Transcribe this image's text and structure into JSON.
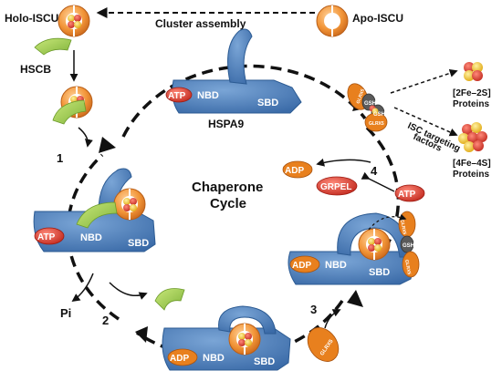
{
  "labels": {
    "holo_iscu": "Holo-ISCU",
    "apo_iscu": "Apo-ISCU",
    "cluster_assembly": "Cluster assembly",
    "hscb": "HSCB",
    "hspa9": "HSPA9",
    "chaperone": "Chaperone",
    "cycle": "Cycle",
    "pi": "Pi",
    "step_1": "1",
    "step_2": "2",
    "step_3": "3",
    "step_4": "4",
    "fe2s2_line1": "[2Fe–2S]",
    "fe2s2_line2": "Proteins",
    "fe4s4_line1": "[4Fe–4S]",
    "fe4s4_line2": "Proteins",
    "isc_line1": "ISC targeting",
    "isc_line2": "factors",
    "grpel": "GRPEL",
    "atp": "ATP",
    "adp": "ADP",
    "nbd": "NBD",
    "sbd": "SBD",
    "glrx5": "GLRX5",
    "gsh": "GSH"
  },
  "colors": {
    "hsp_blue": "#4a7ebb",
    "hsp_dark": "#2c5b93",
    "iscu_orange": "#f29538",
    "iscu_dark": "#d0701a",
    "atp_red": "#d8322b",
    "adp_orange": "#e8801e",
    "hscb_green": "#9ccc4a",
    "fe_red": "#e33b20",
    "fe_yellow": "#f5c518"
  }
}
